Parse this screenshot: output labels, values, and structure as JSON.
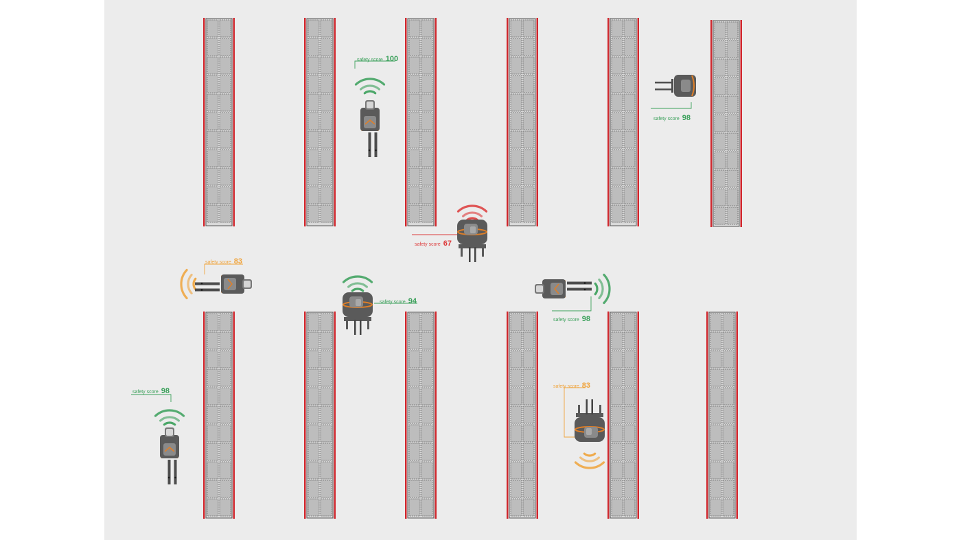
{
  "score_caption": "safety score",
  "status_colors": {
    "good": "#3aa05a",
    "warning": "#f0a33a",
    "danger": "#dd3b3b"
  },
  "forklifts": [
    {
      "id": "forklift-1",
      "status": "good",
      "score": "100",
      "facing": "up"
    },
    {
      "id": "forklift-2",
      "status": "good",
      "score": "98",
      "facing": "left"
    },
    {
      "id": "forklift-3",
      "status": "danger",
      "score": "67",
      "facing": "down"
    },
    {
      "id": "forklift-4",
      "status": "warning",
      "score": "83",
      "facing": "right"
    },
    {
      "id": "forklift-5",
      "status": "good",
      "score": "94",
      "facing": "down"
    },
    {
      "id": "forklift-6",
      "status": "good",
      "score": "98",
      "facing": "left"
    },
    {
      "id": "forklift-7",
      "status": "good",
      "score": "98",
      "facing": "up"
    },
    {
      "id": "forklift-8",
      "status": "warning",
      "score": "83",
      "facing": "up"
    }
  ]
}
